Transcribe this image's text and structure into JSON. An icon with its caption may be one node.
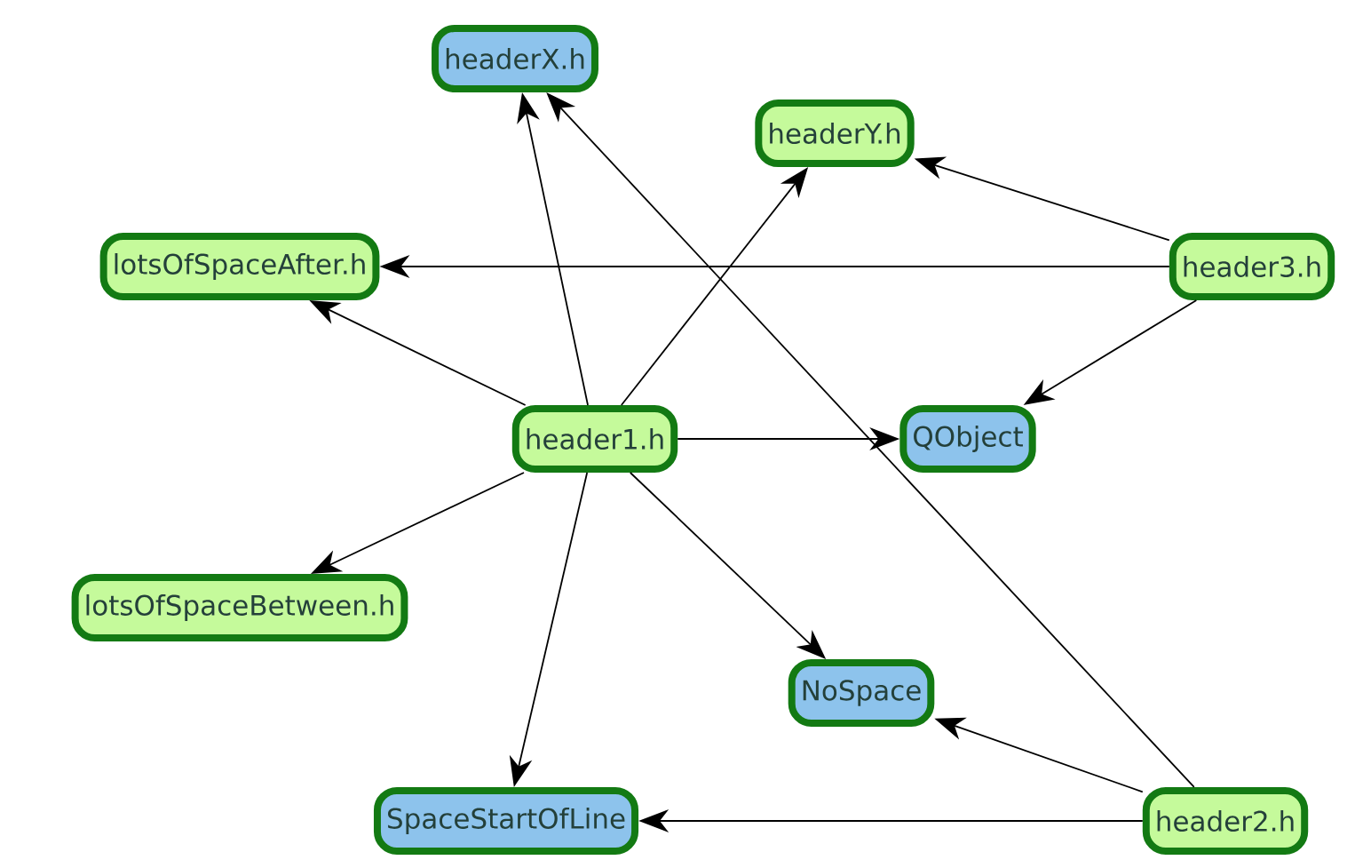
{
  "diagram": {
    "nodes": [
      {
        "text": [
          "headerX.h"
        ]
      },
      {
        "text": [
          "headerY.h"
        ]
      },
      {
        "text": [
          "lotsOfSpaceAfter.h"
        ]
      },
      {
        "text": [
          "header3.h"
        ]
      },
      {
        "text": [
          "header1.h"
        ]
      },
      {
        "text": [
          "QObject"
        ]
      },
      {
        "text": [
          "lotsOfSpaceBetween.h"
        ]
      },
      {
        "text": [
          "NoSpace"
        ]
      },
      {
        "text": [
          "SpaceStartOfLine"
        ]
      },
      {
        "text": [
          "header2.h"
        ]
      }
    ],
    "edges": [
      {
        "from": 4,
        "to": 0,
        "arrow": "to"
      },
      {
        "from": 4,
        "to": 1,
        "arrow": "to"
      },
      {
        "from": 4,
        "to": 2,
        "arrow": "to"
      },
      {
        "from": 4,
        "to": 5,
        "arrow": "to"
      },
      {
        "from": 4,
        "to": 6,
        "arrow": "to"
      },
      {
        "from": 4,
        "to": 7,
        "arrow": "to"
      },
      {
        "from": 4,
        "to": 8,
        "arrow": "to"
      },
      {
        "from": 3,
        "to": 1,
        "arrow": "to"
      },
      {
        "from": 3,
        "to": 2,
        "arrow": "to"
      },
      {
        "from": 3,
        "to": 5,
        "arrow": "to"
      },
      {
        "from": 9,
        "to": 0,
        "arrow": "to"
      },
      {
        "from": 9,
        "to": 7,
        "arrow": "to"
      },
      {
        "from": 9,
        "to": 8,
        "arrow": "to"
      }
    ]
  }
}
